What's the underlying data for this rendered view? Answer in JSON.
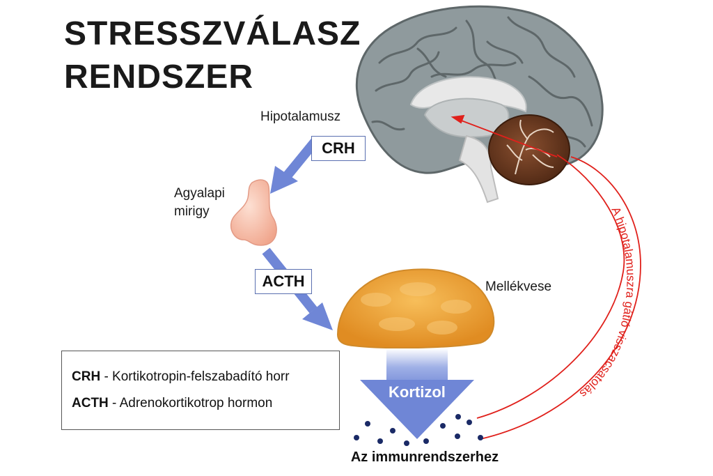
{
  "title": {
    "line1": "STRESSZVÁLASZ",
    "line2": "RENDSZER"
  },
  "labels": {
    "hypothalamus": "Hipotalamusz",
    "pituitary_line1": "Agyalapi",
    "pituitary_line2": "mirigy",
    "adrenal": "Mellékvese"
  },
  "hormones": {
    "crh": "CRH",
    "acth": "ACTH",
    "cortisol": "Kortizol"
  },
  "legend": [
    {
      "abbr": "CRH",
      "text": " - Kortikotropin-felszabadító horr"
    },
    {
      "abbr": "ACTH",
      "text": " - Adrenokortikotrop hormon"
    }
  ],
  "feedback_label": "A hipotalamuszra gátló visszacsatolás",
  "bottom_label": "Az immunrendszerhez",
  "colors": {
    "arrow_blue": "#6f86d6",
    "feedback_red": "#e0201b",
    "brain_gray": "#8f9a9d",
    "cerebellum": "#6a3a22",
    "adrenal": "#f0a640",
    "pituitary": "#f6b8a2"
  }
}
